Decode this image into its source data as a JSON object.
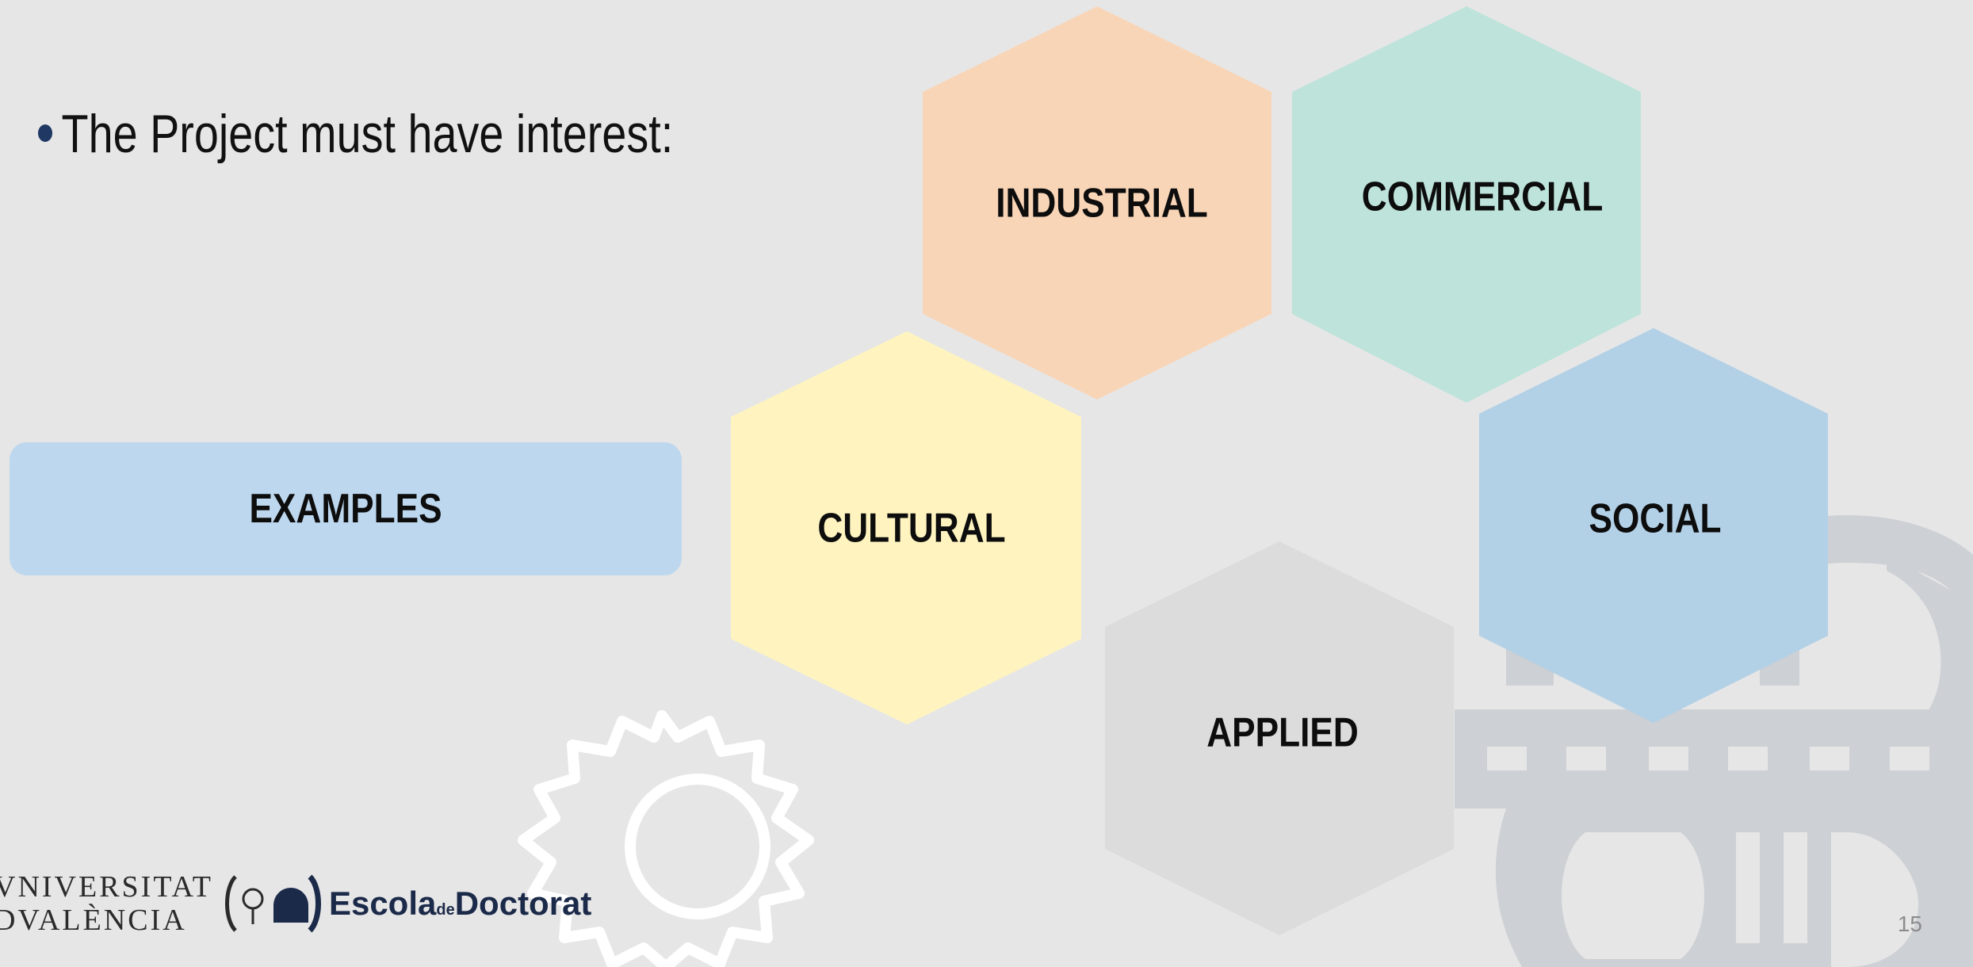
{
  "slide": {
    "bullet_text": "The Project must have interest:",
    "examples_label": "EXAMPLES",
    "page_number": "15"
  },
  "hexagons": [
    {
      "label": "INDUSTRIAL",
      "color": "#f9d5b7"
    },
    {
      "label": "COMMERCIAL",
      "color": "#bde3da"
    },
    {
      "label": "CULTURAL",
      "color": "#fff4bf"
    },
    {
      "label": "SOCIAL",
      "color": "#b2d0e6"
    },
    {
      "label": "APPLIED",
      "color": "#dcdcdc"
    }
  ],
  "logo": {
    "university_line1": "VNIVERSITAT",
    "university_line2": "DVALÈNCIA",
    "escola_part1": "Escola",
    "escola_part2": "de",
    "escola_part3": "Doctorat"
  },
  "colors": {
    "background": "#e6e6e6",
    "examples_box": "#bdd7ee",
    "bullet": "#1f3864"
  }
}
